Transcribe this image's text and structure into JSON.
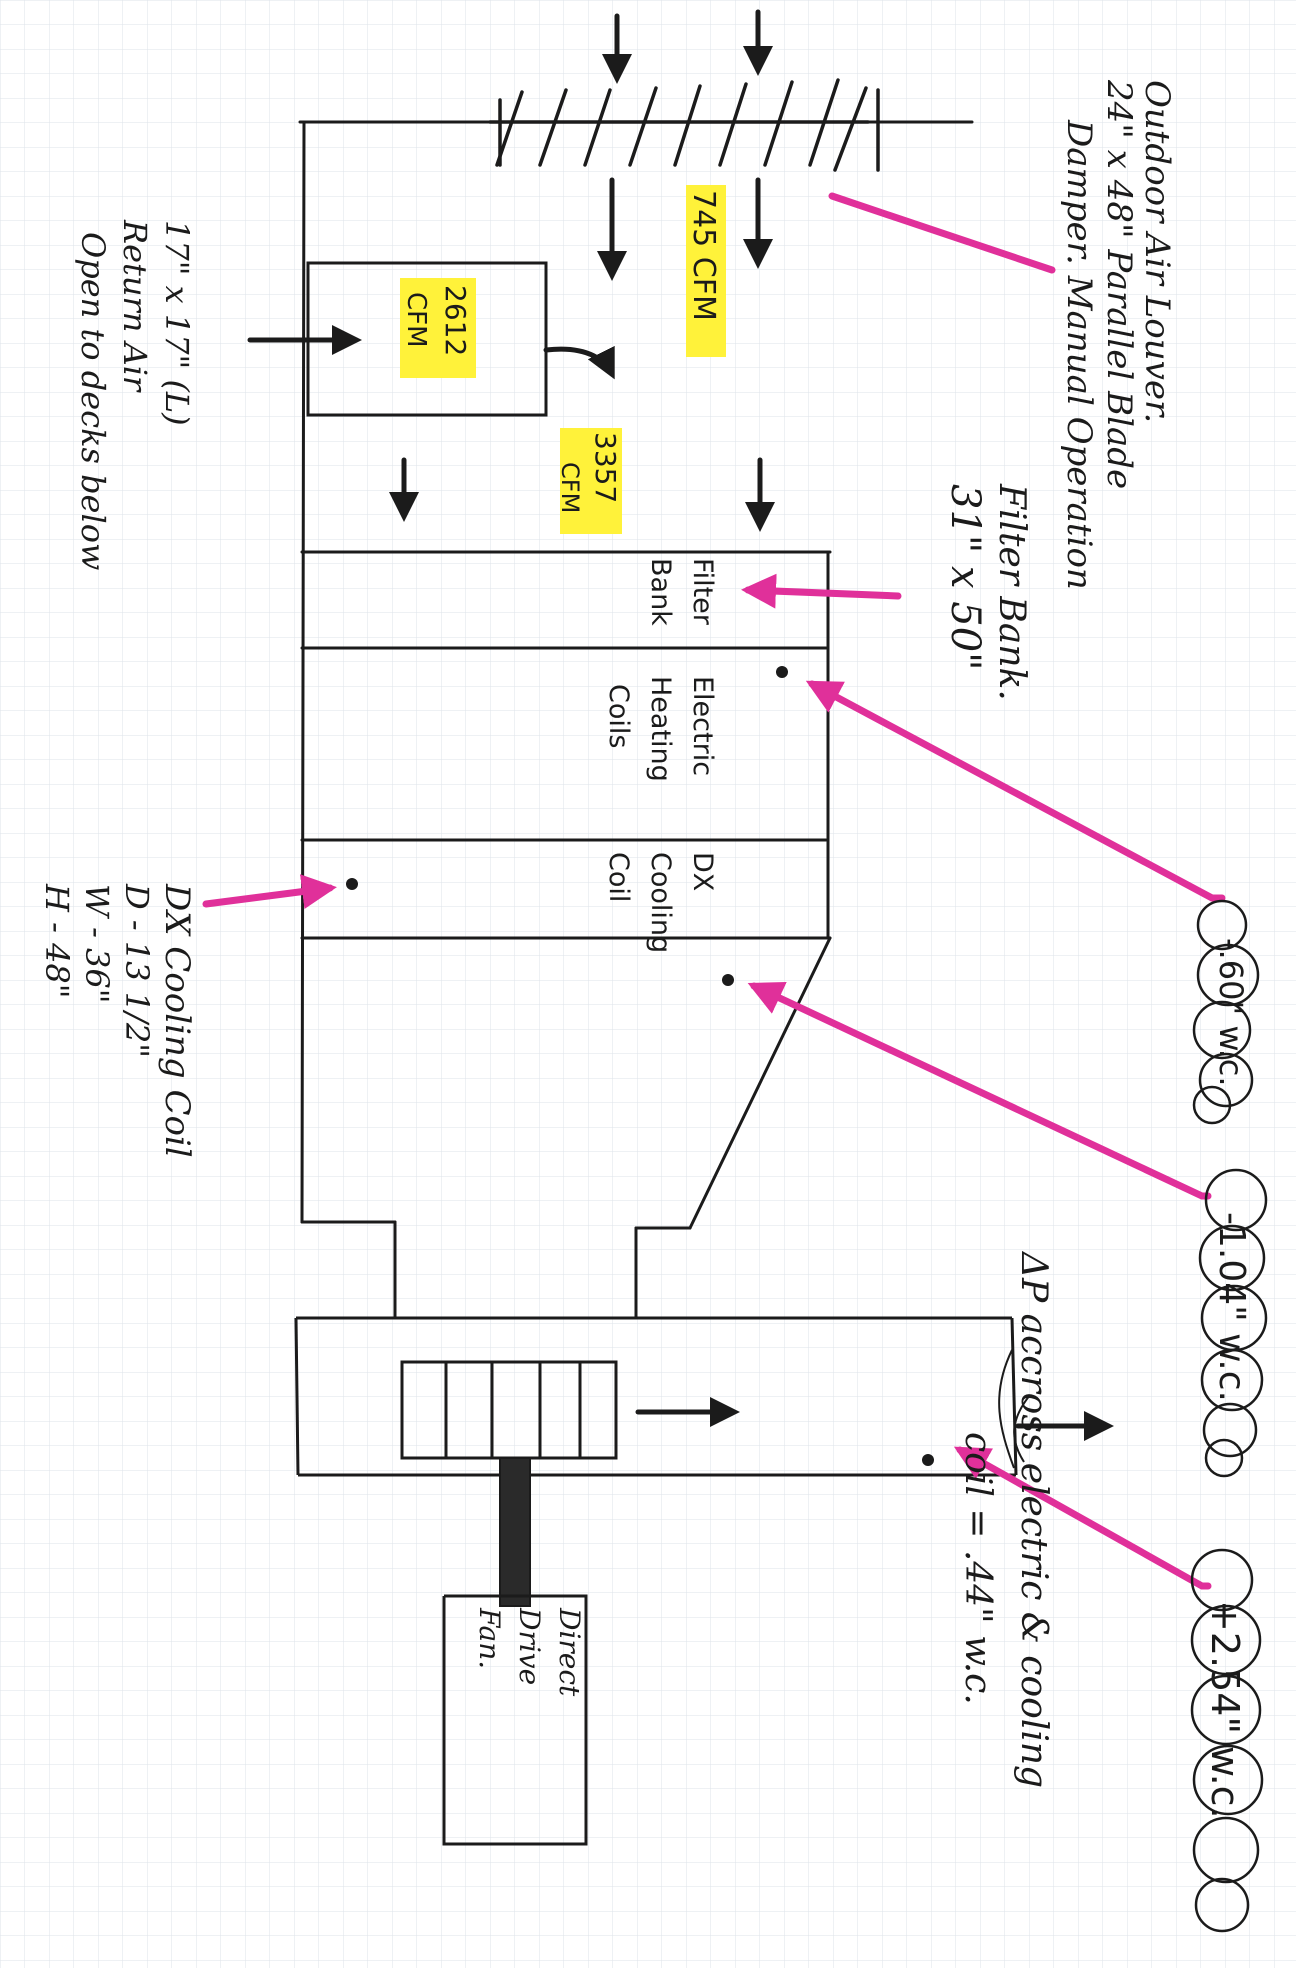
{
  "outdoor_air": {
    "line1": "Outdoor Air Louver.",
    "line2": "24\" x 48\" Parallel Blade",
    "line3": "Damper. Manual Operation"
  },
  "flows": {
    "outdoor_cfm": "745 CFM",
    "return_cfm_value": "2612",
    "return_cfm_unit": "CFM",
    "mixed_cfm_value": "3357",
    "mixed_cfm_unit": "CFM"
  },
  "return_air": {
    "line1": "17\" x 17\" (L)",
    "line2": "Return Air",
    "line3": "Open to decks below"
  },
  "filter_bank_note": {
    "line1": "Filter Bank.",
    "line2": "31\" x 50\""
  },
  "sections": {
    "filter_line1": "Filter",
    "filter_line2": "Bank",
    "heating_line1": "Electric",
    "heating_line2": "Heating",
    "heating_line3": "Coils",
    "dx_line1": "DX",
    "dx_line2": "Cooling",
    "dx_line3": "Coil"
  },
  "dx_coil_note": {
    "line1": "DX Cooling Coil",
    "line2": "D - 13 1/2\"",
    "line3": "W - 36\"",
    "line4": "H - 48\""
  },
  "fan": {
    "line1": "Direct",
    "line2": "Drive",
    "line3": "Fan."
  },
  "pressures": {
    "p1": "-.60\" w.c.",
    "p2": "-1.04\" w.c.",
    "p3": "+2.54\" w.c."
  },
  "delta_p": {
    "line1": "ΔP accross electric & cooling",
    "line2": "coil = .44\" w.c."
  },
  "colors": {
    "ink": "#1b1b1b",
    "highlight": "#fff23a",
    "marker": "#e0309a",
    "grid": "#dde3ea"
  }
}
